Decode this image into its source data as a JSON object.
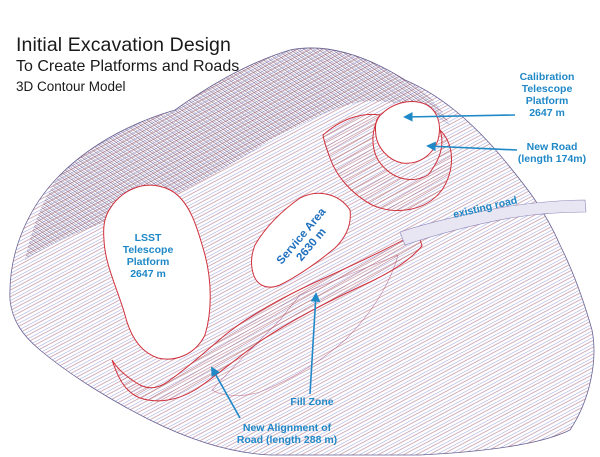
{
  "header": {
    "title": "Initial Excavation Design",
    "subtitle": "To Create Platforms and Roads",
    "subtitle2": "3D Contour Model"
  },
  "labels": {
    "calibration": [
      "Calibration",
      "Telescope",
      "Platform",
      "2647 m"
    ],
    "new_road": [
      "New Road",
      "(length 174m)"
    ],
    "existing_road": "existing road",
    "service_area": [
      "Service Area",
      "2630 m"
    ],
    "lsst": [
      "LSST",
      "Telescope",
      "Platform",
      "2647 m"
    ],
    "fill_zone": "Fill Zone",
    "new_alignment": [
      "New Alignment of",
      "Road (length 288 m)"
    ]
  },
  "colors": {
    "label_blue": "#1f88c7",
    "contour_blue": "#5b62c9",
    "contour_purple": "#a3617e",
    "boundary_red": "#d0303a",
    "arrow": "#1f88c7"
  }
}
